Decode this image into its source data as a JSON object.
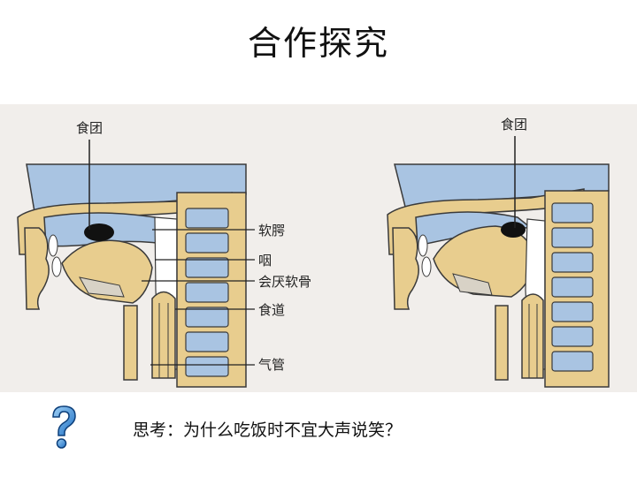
{
  "slide": {
    "title": "合作探究",
    "question": "思考：为什么吃饭时不宜大声说笑？"
  },
  "figure_left": {
    "labels": {
      "bolus": "食团",
      "soft_palate": "软腭",
      "pharynx": "咽",
      "epiglottis": "会厌软骨",
      "esophagus": "食道",
      "trachea": "气管"
    }
  },
  "figure_right": {
    "labels": {
      "bolus": "食团"
    }
  },
  "icons": {
    "question": "question-mark-icon"
  },
  "colors": {
    "tissue": "#e8cd8e",
    "cavity": "#a9c4e2",
    "outline": "#3a3a3a",
    "band": "#f1eeeb"
  }
}
